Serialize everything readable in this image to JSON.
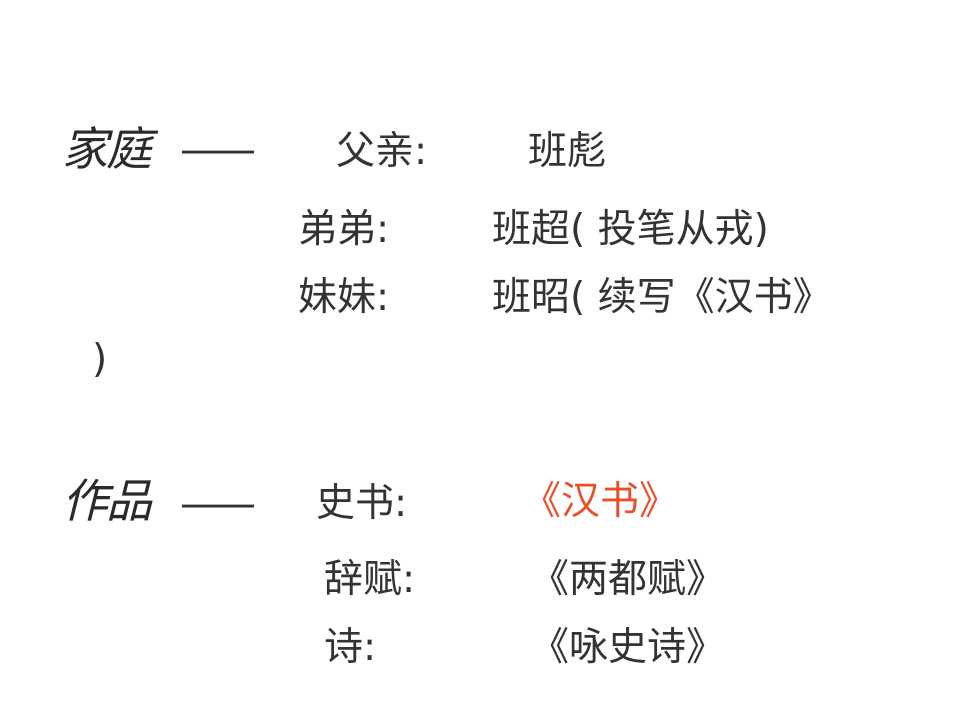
{
  "family": {
    "heading": "家庭",
    "dash": "——",
    "father_label": "父亲:",
    "father_value": "班彪",
    "brother_label": "弟弟:",
    "brother_value": "班超( 投笔从戎)",
    "sister_label": "妹妹:",
    "sister_value": "班昭( 续写《汉书》",
    "sister_close": ")"
  },
  "works": {
    "heading": "作品",
    "dash": "——",
    "history_label": "史书:",
    "history_value": "《汉书》",
    "fu_label": "辞赋:",
    "fu_value": "《两都赋》",
    "poem_label": "诗:",
    "poem_value": "《咏史诗》"
  },
  "colors": {
    "text": "#333333",
    "accent": "#e8502a"
  }
}
